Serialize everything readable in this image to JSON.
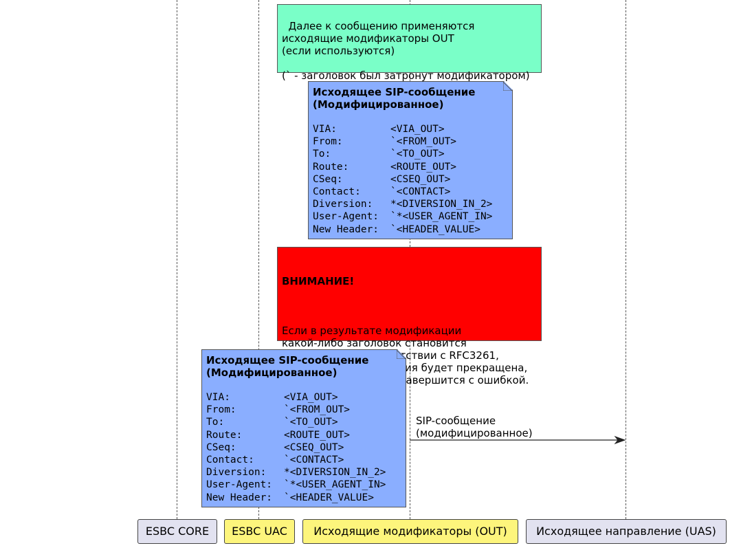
{
  "participants": [
    {
      "label": "ESBC CORE",
      "color": "#e2e2f0"
    },
    {
      "label": "ESBC UAC",
      "color": "#fdf57c"
    },
    {
      "label": "Исходящие модификаторы (OUT)",
      "color": "#fdf57c"
    },
    {
      "label": "Исходящее направление (UAS)",
      "color": "#e2e2f0"
    }
  ],
  "notes": {
    "info": {
      "text": "Далее к сообщению применяются\nисходящие модификаторы OUT\n(если используются)\n\n(` - заголовок был затронут модификатором)",
      "color": "#7affc8"
    },
    "warning": {
      "title": "ВНИМАНИЕ!",
      "text": "Если в результате модификации\nкакой-либо заголовок становится\nневалидным в соответствии с RFC3261,\nто обработка сообщения будет прекращена,\nа текущая SIP-сессия завершится с ошибкой.",
      "color": "#ff0000"
    },
    "modified_top": {
      "title": "Исходящее SIP-сообщение\n(Модифицированное)",
      "headers": [
        {
          "name": "VIA:",
          "value": "<VIA_OUT>"
        },
        {
          "name": "From:",
          "value": "`<FROM_OUT>"
        },
        {
          "name": "To:",
          "value": "`<TO_OUT>"
        },
        {
          "name": "Route:",
          "value": "<ROUTE_OUT>"
        },
        {
          "name": "CSeq:",
          "value": "<CSEQ_OUT>"
        },
        {
          "name": "Contact:",
          "value": "`<CONTACT>"
        },
        {
          "name": "Diversion:",
          "value": "*<DIVERSION_IN_2>"
        },
        {
          "name": "User-Agent:",
          "value": "`*<USER_AGENT_IN>"
        },
        {
          "name": "New Header:",
          "value": "`<HEADER_VALUE>"
        }
      ]
    },
    "modified_bottom": {
      "title": "Исходящее SIP-сообщение\n(Модифицированное)",
      "headers": [
        {
          "name": "VIA:",
          "value": "<VIA_OUT>"
        },
        {
          "name": "From:",
          "value": "`<FROM_OUT>"
        },
        {
          "name": "To:",
          "value": "`<TO_OUT>"
        },
        {
          "name": "Route:",
          "value": "<ROUTE_OUT>"
        },
        {
          "name": "CSeq:",
          "value": "<CSEQ_OUT>"
        },
        {
          "name": "Contact:",
          "value": "`<CONTACT>"
        },
        {
          "name": "Diversion:",
          "value": "*<DIVERSION_IN_2>"
        },
        {
          "name": "User-Agent:",
          "value": "`*<USER_AGENT_IN>"
        },
        {
          "name": "New Header:",
          "value": "`<HEADER_VALUE>"
        }
      ]
    },
    "note_color": "#8aaeff"
  },
  "message": {
    "label": "SIP-сообщение\n(модифицированное)"
  }
}
